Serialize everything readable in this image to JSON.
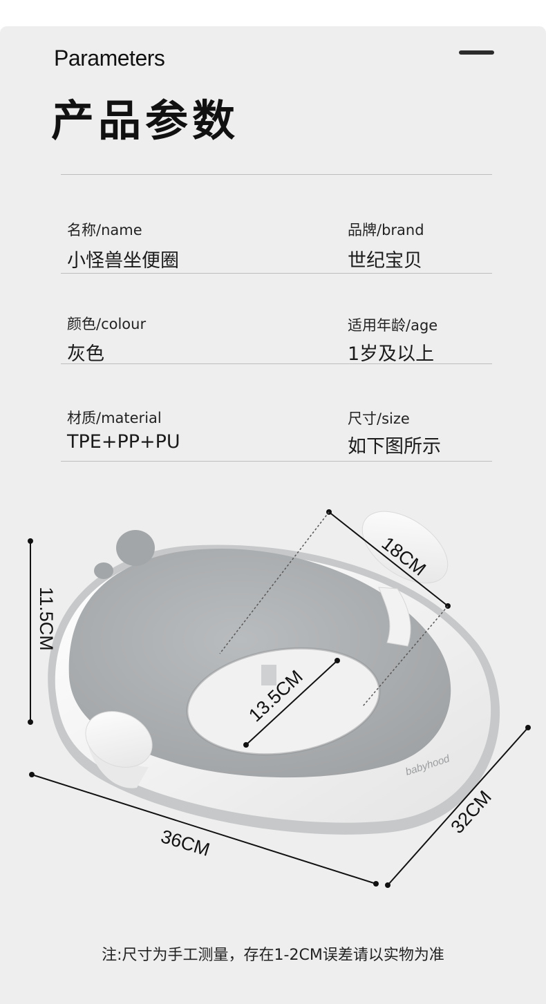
{
  "header": {
    "title_en": "Parameters",
    "title_cn": "产品参数"
  },
  "params": [
    {
      "label": "名称/name",
      "value": "小怪兽坐便圈"
    },
    {
      "label": "品牌/brand",
      "value": "世纪宝贝"
    },
    {
      "label": "颜色/colour",
      "value": "灰色"
    },
    {
      "label": "适用年龄/age",
      "value": "1岁及以上"
    },
    {
      "label": "材质/material",
      "value": "TPE+PP+PU"
    },
    {
      "label": "尺寸/size",
      "value": "如下图所示"
    }
  ],
  "product": {
    "brand_mark": "babyhood",
    "colors": {
      "seat": "#a9acae",
      "base": "#f7f7f7",
      "rim": "#bfc1c2",
      "background": "#eeeeee"
    }
  },
  "dimensions": {
    "height": "11.5CM",
    "handle": "18CM",
    "opening": "13.5CM",
    "width": "36CM",
    "depth": "32CM"
  },
  "note": "注:尺寸为手工测量，存在1-2CM误差请以实物为准"
}
